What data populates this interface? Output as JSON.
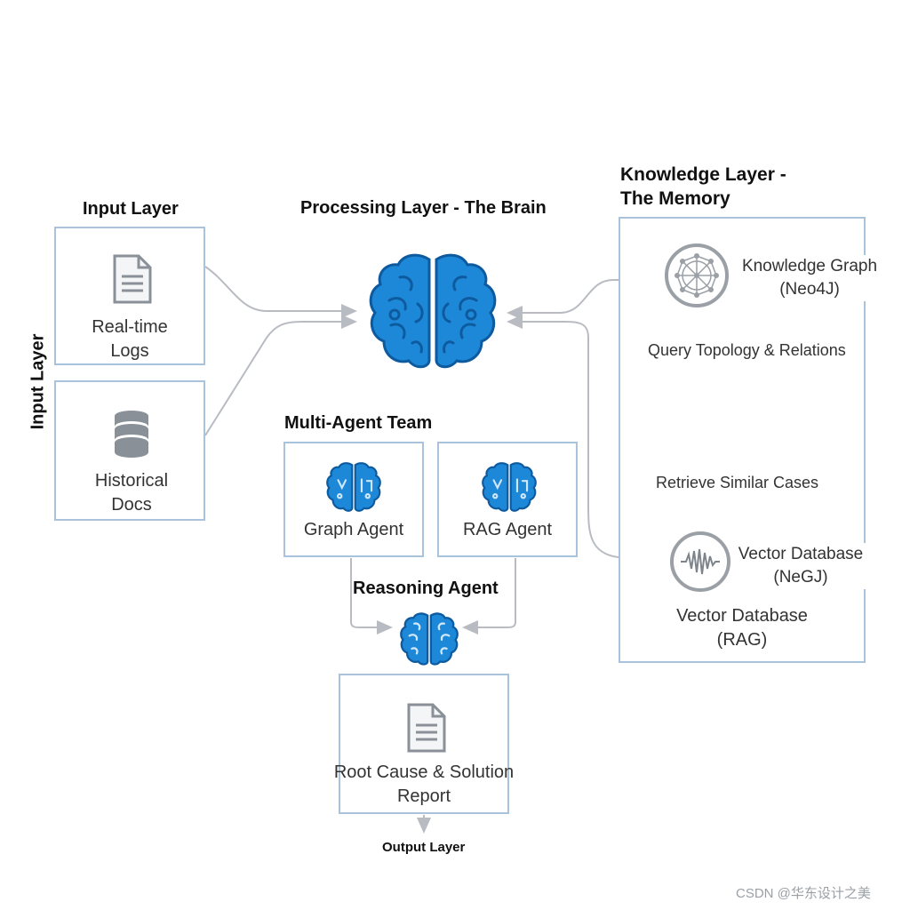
{
  "input_layer": {
    "title": "Input Layer",
    "side_label": "Input Layer",
    "sources": [
      {
        "icon": "document-icon",
        "line1": "Real-time",
        "line2": "Logs"
      },
      {
        "icon": "database-icon",
        "line1": "Historical",
        "line2": "Docs"
      }
    ]
  },
  "processing_layer": {
    "title": "Processing Layer - The Brain",
    "icon": "brain-icon"
  },
  "agents": {
    "title": "Multi-Agent Team",
    "graph_agent": "Graph Agent",
    "rag_agent": "RAG Agent",
    "reasoning_agent": "Reasoning Agent"
  },
  "output_layer": {
    "report_line1": "Root Cause & Solution",
    "report_line2": "Report",
    "label": "Output Layer"
  },
  "knowledge_layer": {
    "title_line1": "Knowledge Layer -",
    "title_line2": "The Memory",
    "knowledge_graph": {
      "line1": "Knowledge Graph",
      "line2": "(Neo4J)"
    },
    "query_label": "Query Topology & Relations",
    "retrieve_label": "Retrieve Similar Cases",
    "vector_db": {
      "line1": "Vector Database",
      "line2": "(NeGJ)"
    },
    "vector_db_rag": {
      "line1": "Vector Database",
      "line2": "(RAG)"
    }
  },
  "watermark": "CSDN @华东设计之美",
  "colors": {
    "brain": "#1e88d8",
    "brain_dark": "#0d5a9e",
    "box_border": "#a9c3dc",
    "connector": "#b8bcc2",
    "icon_gray": "#8a9097"
  }
}
